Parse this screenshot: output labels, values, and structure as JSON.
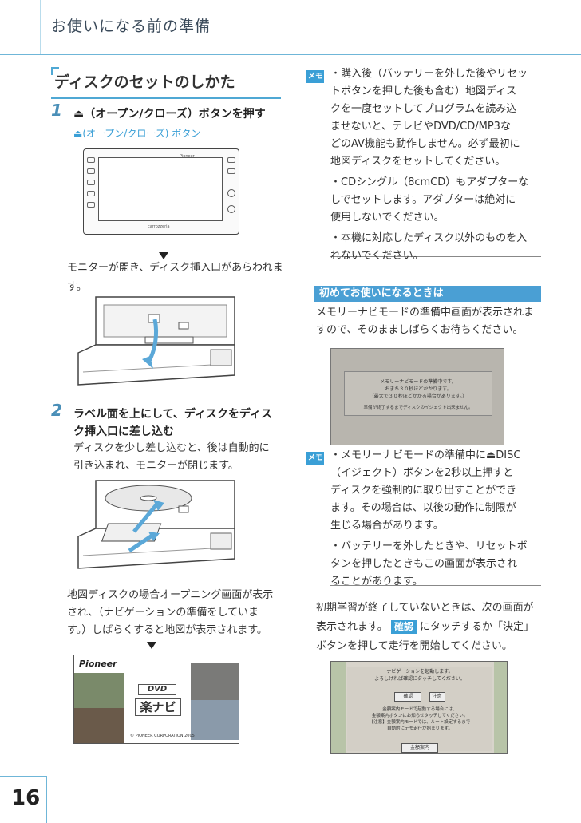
{
  "header": {
    "title": "お使いになる前の準備"
  },
  "section": {
    "title": "ディスクのセットのしかた"
  },
  "step1": {
    "number": "1",
    "text": "⏏（オープン/クローズ）ボタンを押す",
    "callout": "⏏(オープン/クローズ) ボタン",
    "result": "モニターが開き、ディスク挿入口があらわれます。"
  },
  "step2": {
    "number": "2",
    "text_line1": "ラベル面を上にして、ディスクをディス",
    "text_line2": "ク挿入口に差し込む",
    "desc_line1": "ディスクを少し差し込むと、後は自動的に",
    "desc_line2": "引き込まれ、モニターが閉じます。"
  },
  "map_disc": {
    "line1": "地図ディスクの場合オープニング画面が表示",
    "line2": "され、（ナビゲーションの準備をしていま",
    "line3": "す。）しばらくすると地図が表示されます。"
  },
  "opening_screen": {
    "brand": "Pioneer",
    "dvd": "DVD",
    "logo": "楽ナビ",
    "copyright": "© PIONEER CORPORATION 2005"
  },
  "memo1": {
    "icon": "メモ",
    "items": [
      [
        "・購入後（バッテリーを外した後やリセッ",
        "トボタンを押した後も含む）地図ディス",
        "クを一度セットしてプログラムを読み込",
        "ませないと、テレビやDVD/CD/MP3な",
        "どのAV機能も動作しません。必ず最初に",
        "地図ディスクをセットしてください。"
      ],
      [
        "・CDシングル（8cmCD）もアダプターな",
        "しでセットします。アダプターは絶対に",
        "使用しないでください。"
      ],
      [
        "・本機に対応したディスク以外のものを入",
        "れないでください。"
      ]
    ]
  },
  "first_use": {
    "header": "初めてお使いになるときは",
    "line1": "メモリーナビモードの準備中画面が表示されま",
    "line2": "すので、そのまましばらくお待ちください。"
  },
  "prep_screen": {
    "line1": "メモリーナビモードの準備中です。",
    "line2": "おまち３０秒ほどかかります。",
    "line3": "（最大で３０秒ほどかかる場合があります。）",
    "line4": "準備が終了するまでディスクのイジェクト出来ません。"
  },
  "memo2": {
    "icon": "メモ",
    "items": [
      [
        "・メモリーナビモードの準備中に⏏DISC",
        "（イジェクト）ボタンを2秒以上押すと",
        "ディスクを強制的に取り出すことができ",
        "ます。その場合は、以後の動作に制限が",
        "生じる場合があります。"
      ],
      [
        "・バッテリーを外したときや、リセットボ",
        "タンを押したときもこの画面が表示され",
        "ることがあります。"
      ]
    ]
  },
  "learning": {
    "line1": "初期学習が終了していないときは、次の画面が",
    "line2_pre": "表示されます。",
    "line2_btn": "確認",
    "line2_post": "にタッチするか「決定」",
    "line3": "ボタンを押して走行を開始してください。"
  },
  "nav_screen": {
    "line1": "ナビゲーションを起動します。",
    "line2": "よろしければ確認にタッチしてください。",
    "btn_confirm": "確認",
    "btn_caution": "注意",
    "line3": "金額案内モードで起動する場合には、",
    "line4": "金額案内ボタンにお知らせタッチしてください。",
    "line5": "【注意】金額案内モードでは、ルート設定するまで",
    "line6": "自動的にデモ走行が始まります。",
    "btn_bottom": "金額案内"
  },
  "device": {
    "brand": "Pioneer",
    "model": "carrozzeria"
  },
  "page": {
    "number": "16"
  }
}
